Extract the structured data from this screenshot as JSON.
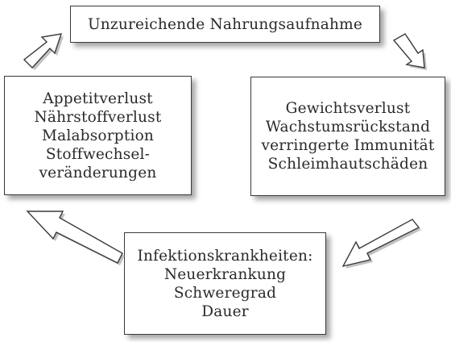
{
  "diagram": {
    "top_box": {
      "lines": [
        "Unzureichende Nahrungsaufnahme"
      ]
    },
    "right_box": {
      "lines": [
        "Gewichtsverlust",
        "Wachstumsrückstand",
        "verringerte Immunität",
        "Schleimhautschäden"
      ]
    },
    "bottom_box": {
      "lines": [
        "Infektionskrankheiten:",
        "Neuerkrankung",
        "Schweregrad",
        "Dauer"
      ]
    },
    "left_box": {
      "lines": [
        "Appetitverlust",
        "Nährstoffverlust",
        "Malabsorption",
        "Stoffwechsel-",
        "veränderungen"
      ]
    }
  }
}
